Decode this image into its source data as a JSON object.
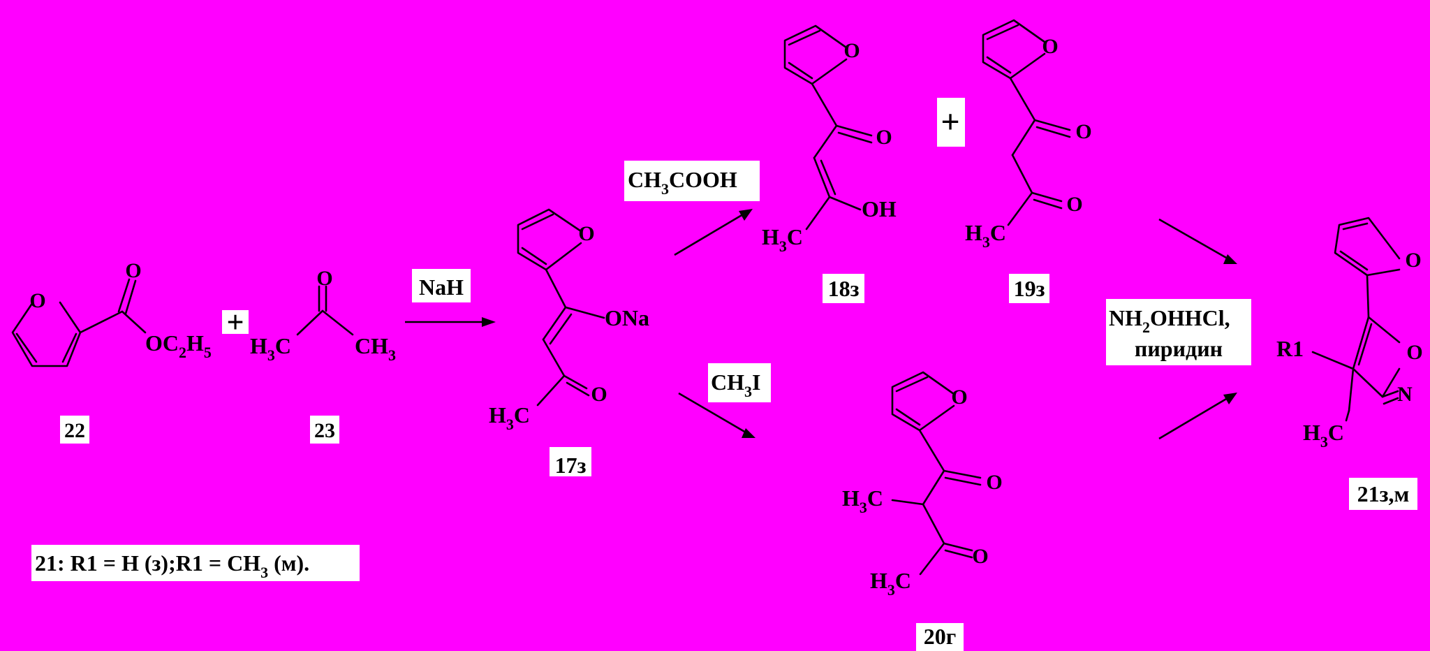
{
  "colors": {
    "background": "#ff00ff",
    "ink": "#000000",
    "label_background": "#ffffff"
  },
  "atoms": {
    "O": "O",
    "OC2H5_a": "OC",
    "OC2H5_b": "2",
    "OC2H5_c": "H",
    "OC2H5_d": "5",
    "H3C_a": "H",
    "H3C_b": "3",
    "H3C_c": "C",
    "CH3_a": "CH",
    "CH3_b": "3",
    "ONa": "ONa",
    "OH": "OH",
    "N": "N",
    "R1": "R1"
  },
  "signs": {
    "plus": "+"
  },
  "reagents": {
    "nah": "NaH",
    "acetic_a": "CH",
    "acetic_b": "3",
    "acetic_c": "COOH",
    "mei_a": "CH",
    "mei_b": "3",
    "mei_c": "I",
    "hydroxylamine_a": "NH",
    "hydroxylamine_b": "2",
    "hydroxylamine_c": "OHHCl,",
    "pyridine": "пиридин"
  },
  "compounds": {
    "c22": "22",
    "c23": "23",
    "c17": "17з",
    "c18": "18з",
    "c19": "19з",
    "c20": "20г",
    "c21": "21з,м"
  },
  "legend": {
    "part1": "21: R1 = H (з);R1 = CH",
    "sub": "3",
    "part2": " (м)."
  }
}
